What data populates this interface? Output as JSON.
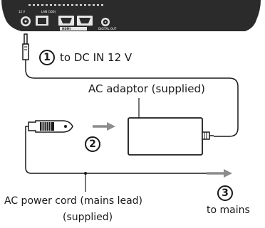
{
  "steps": {
    "one": {
      "number": "1",
      "text": "to DC IN 12 V"
    },
    "two": {
      "number": "2"
    },
    "three": {
      "number": "3",
      "text": "to mains"
    }
  },
  "labels": {
    "ac_adaptor": "AC adaptor (supplied)",
    "power_cord_line1": "AC power cord (mains lead)",
    "power_cord_line2": "(supplied)"
  },
  "player_panel": {
    "port_labels": {
      "dc_in": "12 V",
      "lan": "LAN (100)",
      "hdmi": "HDMI",
      "digital_out": "DIGITAL OUT"
    }
  },
  "colors": {
    "device_body": "#2b2b2b",
    "line": "#1a1a1a",
    "arrow": "#8c8c8c",
    "background": "#ffffff"
  }
}
